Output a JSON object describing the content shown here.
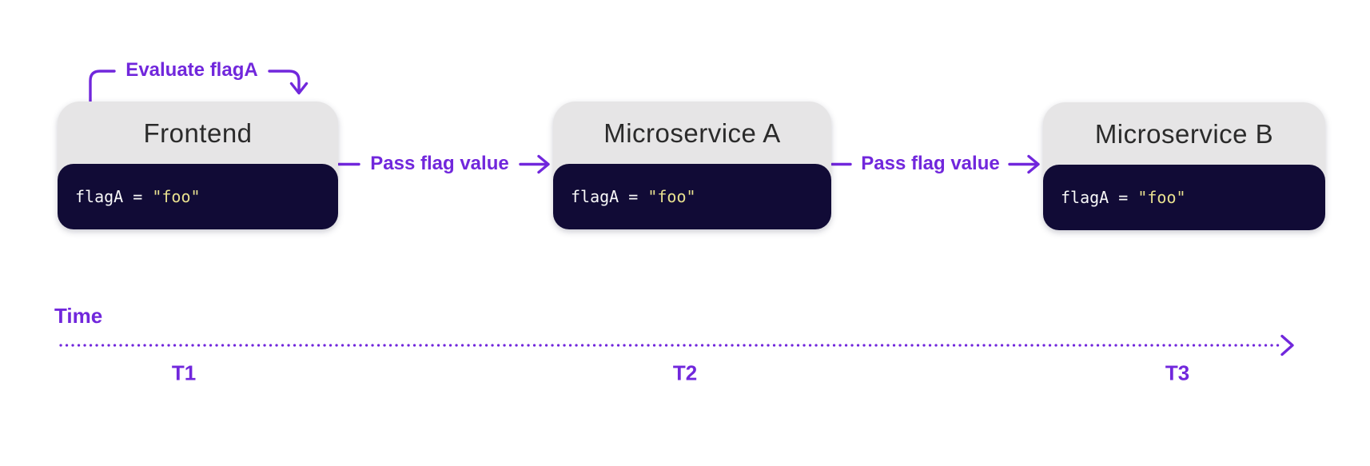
{
  "colors": {
    "accent_purple": "#7127DC",
    "service_header_bg": "#E6E5E6",
    "service_title_text": "#2B2B2B",
    "code_bg": "#110B36",
    "code_text": "#F8F8F8",
    "code_string": "#E8E08F",
    "canvas_bg": "#FFFFFF"
  },
  "annotation": {
    "label": "Evaluate flagA"
  },
  "services": [
    {
      "name": "Frontend",
      "code": {
        "declaration": "flagA = ",
        "value": "\"foo\""
      }
    },
    {
      "name": "Microservice A",
      "code": {
        "declaration": "flagA = ",
        "value": "\"foo\""
      }
    },
    {
      "name": "Microservice B",
      "code": {
        "declaration": "flagA = ",
        "value": "\"foo\""
      }
    }
  ],
  "connectors": [
    {
      "label": "Pass flag value"
    },
    {
      "label": "Pass flag value"
    }
  ],
  "timeline": {
    "label": "Time",
    "ticks": [
      "T1",
      "T2",
      "T3"
    ]
  }
}
